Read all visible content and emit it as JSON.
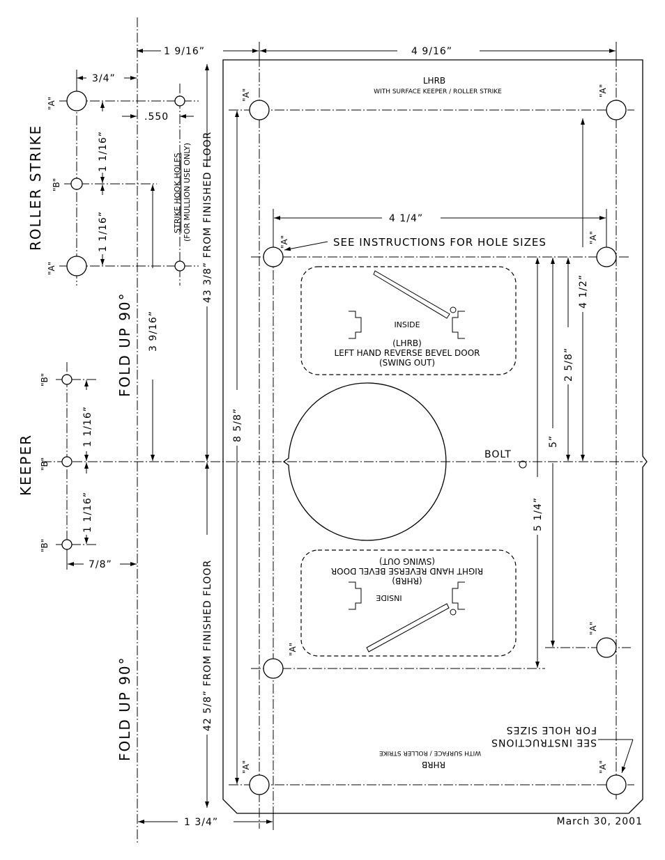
{
  "dimensions": {
    "d_1_9_16": "1 9/16”",
    "d_4_9_16": "4 9/16”",
    "d_3_4": "3/4”",
    "d_550": ".550",
    "d_1_1_16_a": "1 1/16”",
    "d_1_1_16_b": "1 1/16”",
    "d_3_9_16": "3 9/16”",
    "d_43_3_8": "43 3/8” FROM FINISHED FLOOR",
    "d_4_1_4": "4 1/4”",
    "d_4_1_2": "4 1/2”",
    "d_2_5_8": "2 5/8”",
    "d_5": "5”",
    "d_8_5_8": "8 5/8”",
    "d_5_1_4": "5 1/4”",
    "d_1_1_16_c": "1 1/16”",
    "d_1_1_16_d": "1 1/16”",
    "d_7_8": "7/8”",
    "d_42_5_8": "42 5/8” FROM FINISHED FLOOR",
    "d_1_3_4": "1 3/4”"
  },
  "labels": {
    "roller_strike": "ROLLER STRIKE",
    "keeper": "KEEPER",
    "fold_up": "FOLD UP 90°",
    "strike_hook_holes": "STRIKE HOOK HOLES",
    "for_mullion": "(FOR MULLION USE ONLY)",
    "hole_a": "\"A\"",
    "hole_b": "\"B\"",
    "lhrb": "LHRB",
    "surface_keeper": "WITH SURFACE KEEPER / ROLLER STRIKE",
    "surface_roller": "WITH SURFACE / ROLLER STRIKE",
    "rhrb": "RHRB",
    "see_instructions": "SEE INSTRUCTIONS FOR HOLE SIZES",
    "see_instructions_1": "SEE INSTRUCTIONS",
    "for_hole_sizes": "FOR HOLE SIZES",
    "inside": "INSIDE",
    "lhrb_paren": "(LHRB)",
    "left_hand": "LEFT HAND REVERSE BEVEL DOOR",
    "swing_out": "(SWING OUT)",
    "rhrb_paren": "(RHRB)",
    "right_hand": "RIGHT HAND REVERSE BEVEL DOOR",
    "bolt": "BOLT",
    "date": "March 30, 2001"
  }
}
